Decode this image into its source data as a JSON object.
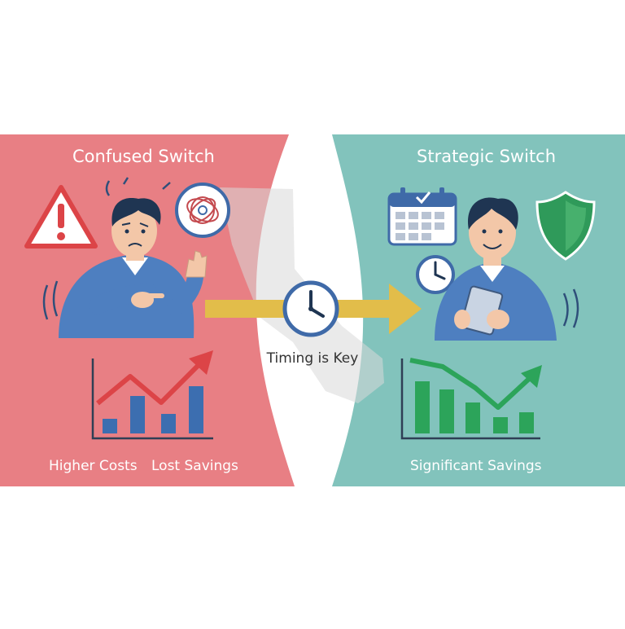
{
  "left_panel": {
    "title": "Confused Switch",
    "caption_costs": "Higher Costs",
    "caption_savings": "Lost Savings",
    "color": "#e87f84",
    "chart_color": "#dc4447",
    "bar_color": "#3c6eb0"
  },
  "right_panel": {
    "title": "Strategic Switch",
    "caption": "Significant Savings",
    "color": "#82c3bc",
    "chart_color": "#2ca45a"
  },
  "center": {
    "caption": "Timing is Key",
    "arrow_color": "#e2bd4a",
    "clock_color": "#3f6aa8"
  },
  "icons": {
    "warning": "warning-icon",
    "confusion": "tangled-thoughts-icon",
    "calendar": "calendar-icon",
    "clock": "clock-icon",
    "shield": "shield-icon"
  }
}
